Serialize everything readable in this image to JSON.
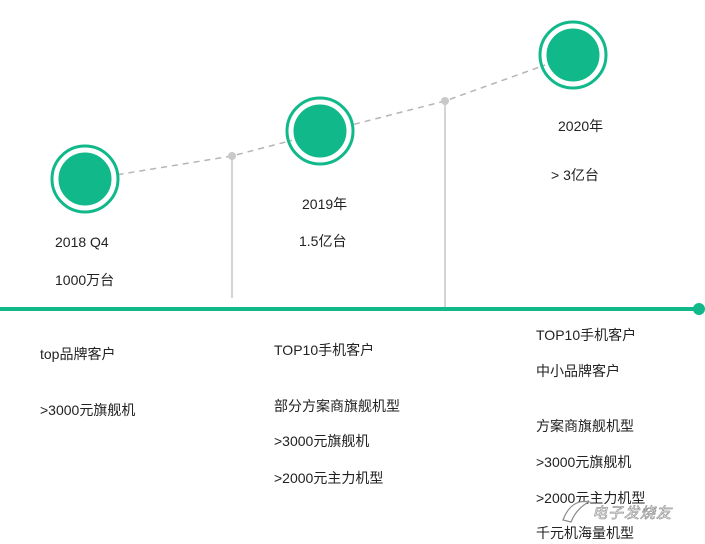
{
  "colors": {
    "accent": "#11b98a",
    "dash": "#b5b5b5",
    "vline": "#d4d4d4"
  },
  "milestones": [
    {
      "year": "2018 Q4",
      "volume": "1000万台"
    },
    {
      "year": "2019年",
      "volume": "1.5亿台"
    },
    {
      "year": "2020年",
      "volume": "> 3亿台"
    }
  ],
  "columns": [
    {
      "lines": [
        "top品牌客户",
        ">3000元旗舰机"
      ]
    },
    {
      "lines": [
        "TOP10手机客户",
        "部分方案商旗舰机型",
        ">3000元旗舰机",
        ">2000元主力机型"
      ]
    },
    {
      "lines": [
        "TOP10手机客户",
        "中小品牌客户",
        "方案商旗舰机型",
        ">3000元旗舰机",
        ">2000元主力机型",
        "千元机海量机型"
      ]
    }
  ],
  "watermark": "电子发烧友"
}
